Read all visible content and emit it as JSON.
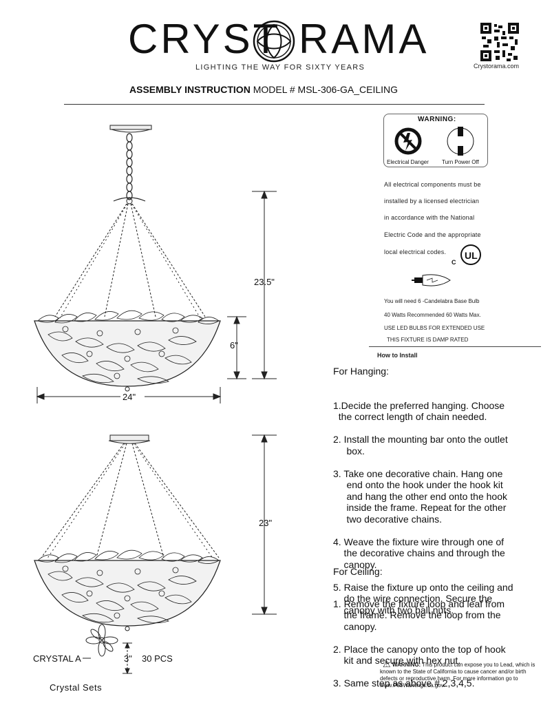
{
  "brand": {
    "name_left": "CRYST",
    "name_right": "RAMA",
    "tagline": "LIGHTING THE WAY FOR SIXTY YEARS",
    "website": "Crystorama.com"
  },
  "title": {
    "bold": "ASSEMBLY INSTRUCTION",
    "rest": " MODEL #  MSL-306-GA_CEILING"
  },
  "warning": {
    "title": "WARNING:",
    "label_left": "Electrical Danger",
    "label_right": "Turn Power Off",
    "lines": [
      "All electrical components must be",
      "installed by a licensed electrician",
      "in accordance with the National",
      "Electric Code and the appropriate",
      "local electrical codes."
    ]
  },
  "specs": [
    "You will need 6 -Candelabra Base Bulb",
    "40 Watts Recommended 60 Watts Max.",
    "USE LED BULBS FOR EXTENDED USE",
    "THIS FIXTURE IS DAMP RATED"
  ],
  "how_to": "How to Install",
  "hanging": {
    "heading": "For Hanging:",
    "steps": [
      [
        "1.Decide the preferred hanging. Choose",
        "  the correct length of chain needed."
      ],
      [
        "2. Install the mounting bar onto the outlet",
        "     box."
      ],
      [
        "3. Take one decorative chain. Hang one",
        "     end onto the hook under the hook kit",
        "     and hang the other end onto the hook",
        "     inside the frame. Repeat for the other",
        "     two decorative chains."
      ],
      [
        "4. Weave the fixture wire through one of",
        "    the decorative chains and through the",
        "    canopy."
      ],
      [
        "5. Raise the fixture up onto the ceiling and",
        "    do the wire connection. Secure the",
        "    canopy with two ball nuts."
      ]
    ]
  },
  "ceiling": {
    "heading": "For Ceiling:",
    "steps": [
      [
        "1. Remove the fixture loop and leaf from",
        "    the frame. Remove the loop from the",
        "    canopy."
      ],
      [
        "2. Place the canopy onto the top of hook",
        "    kit and secure with hex nut."
      ],
      [
        "3. Same step as above # 2,3,4,5."
      ]
    ]
  },
  "dimensions": {
    "hanging_height": "23.5\"",
    "bowl_height": "6\"",
    "width": "24\"",
    "ceiling_height": "23\""
  },
  "crystal": {
    "label": "CRYSTAL  A",
    "size": "3\"",
    "qty": "30  PCS",
    "sets": "Crystal Sets"
  },
  "p65": {
    "bold": "WARNING:",
    "text": " This product can expose you to Lead, which is known to the State of California to cause cancer and/or birth defects or reproductive harm. For more information go to www.P65Warnings.ca.gov."
  }
}
